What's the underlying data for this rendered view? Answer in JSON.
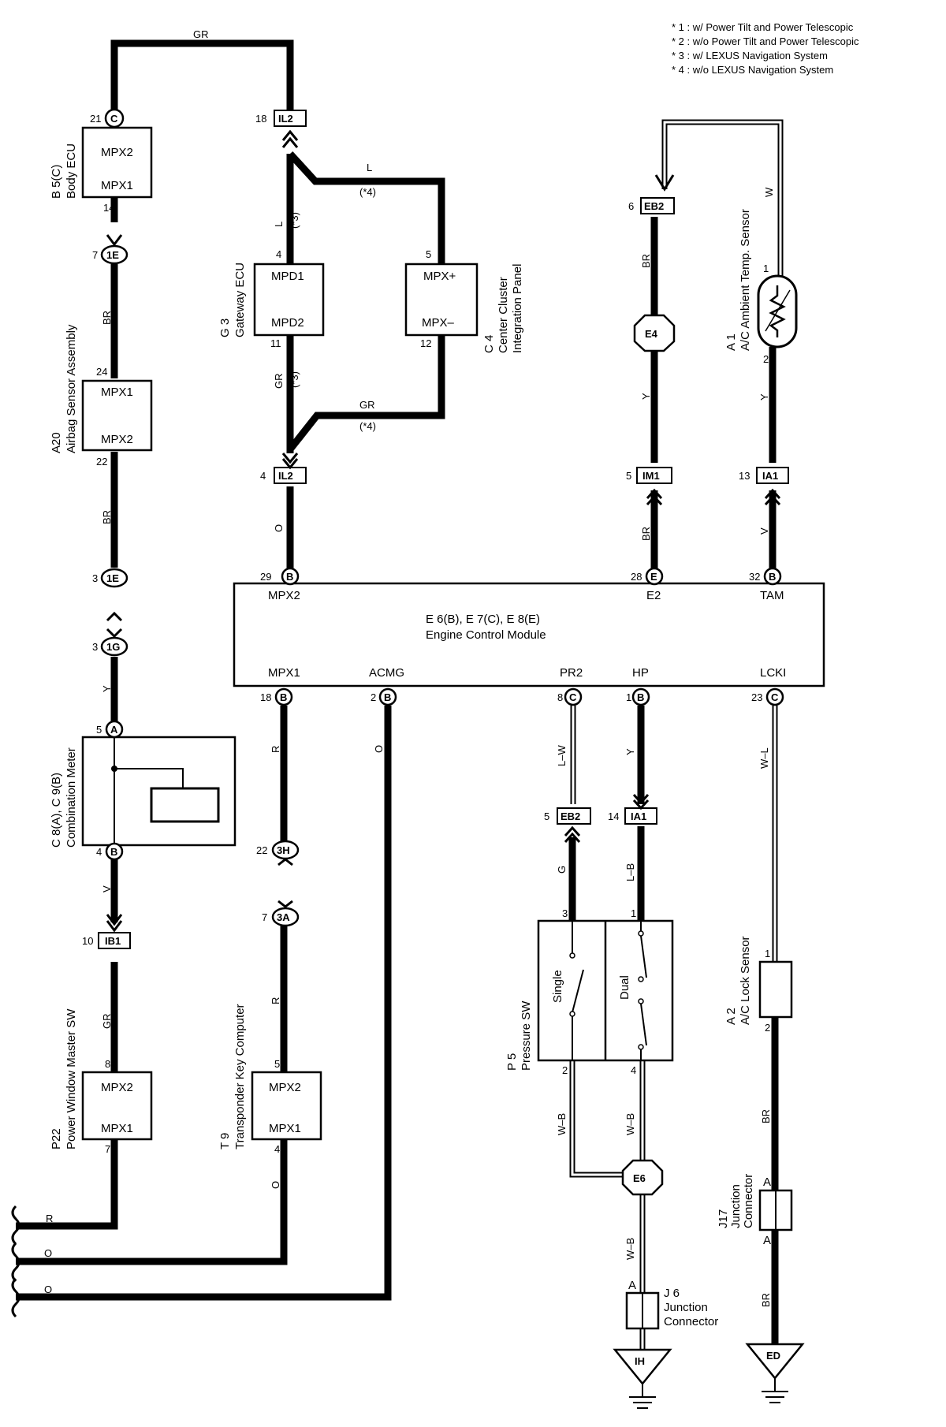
{
  "legend": [
    "* 1 : w/ Power Tilt and Power Telescopic",
    "* 2 : w/o Power Tilt and Power Telescopic",
    "* 3 : w/ LEXUS Navigation System",
    "* 4 : w/o LEXUS Navigation System"
  ],
  "components": {
    "body_ecu": {
      "code": "B 5(C)",
      "name": "Body ECU",
      "pin_top": "MPX2",
      "pin_bottom": "MPX1"
    },
    "airbag": {
      "code": "A20",
      "name": "Airbag Sensor Assembly",
      "pin_top": "MPX1",
      "pin_bottom": "MPX2"
    },
    "combination_meter": {
      "code": "C 8(A), C 9(B)",
      "name": "Combination Meter"
    },
    "power_window": {
      "code": "P22",
      "name": "Power Window Master SW",
      "pin_top": "MPX2",
      "pin_bottom": "MPX1"
    },
    "gateway_ecu": {
      "code": "G 3",
      "name": "Gateway ECU",
      "pin_top": "MPD1",
      "pin_bottom": "MPD2"
    },
    "center_cluster": {
      "code": "C 4",
      "name1": "Center Cluster",
      "name2": "Integration Panel",
      "pin_top": "MPX+",
      "pin_bottom": "MPX–"
    },
    "transponder": {
      "code": "T 9",
      "name": "Transponder Key Computer",
      "pin_top": "MPX2",
      "pin_bottom": "MPX1"
    },
    "ecm": {
      "code": "E 6(B), E 7(C), E 8(E)",
      "name": "Engine Control Module",
      "pins_top": [
        "MPX2",
        "E2",
        "TAM"
      ],
      "pins_bottom": [
        "MPX1",
        "ACMG",
        "PR2",
        "HP",
        "LCKI"
      ]
    },
    "ambient_sensor": {
      "code": "A 1",
      "name": "A/C Ambient Temp. Sensor"
    },
    "pressure_sw": {
      "code": "P 5",
      "name": "Pressure SW",
      "single": "Single",
      "dual": "Dual"
    },
    "lock_sensor": {
      "code": "A 2",
      "name": "A/C Lock Sensor"
    },
    "j17": {
      "code": "J17",
      "name1": "Junction",
      "name2": "Connector",
      "pin": "A"
    },
    "j6": {
      "code": "J 6",
      "name1": "Junction",
      "name2": "Connector",
      "pin": "A"
    }
  },
  "connectors": {
    "il2_top": "IL2",
    "il2_bot": "IL2",
    "eb2_top": "EB2",
    "eb2_bot": "EB2",
    "im1": "IM1",
    "ia1_top": "IA1",
    "ia1_bot": "IA1",
    "ib1": "IB1",
    "e4": "E4",
    "e6": "E6",
    "ih": "IH",
    "ed": "ED"
  },
  "circles": {
    "c21": "C",
    "c1e_a": "1E",
    "c1e_b": "1E",
    "c1g": "1G",
    "ca": "A",
    "cb": "B",
    "c3h": "3H",
    "c3a": "3A",
    "ecm29": "B",
    "ecm28": "E",
    "ecm32": "B",
    "ecm18": "B",
    "ecm2": "B",
    "ecm8": "C",
    "ecm1": "B",
    "ecm23": "C"
  },
  "pins": {
    "p21": "21",
    "p14": "14",
    "p7a": "7",
    "p24": "24",
    "p22": "22",
    "p3a": "3",
    "p3b": "3",
    "p5": "5",
    "p4": "4",
    "p10": "10",
    "p8": "8",
    "p7b": "7",
    "p18": "18",
    "pg4": "4",
    "pg11": "11",
    "pc5": "5",
    "pc12": "12",
    "pil4": "4",
    "pe29": "29",
    "pe18": "18",
    "pe2": "2",
    "p22b": "22",
    "p7c": "7",
    "pt5": "5",
    "pt4": "4",
    "p6": "6",
    "pa1": "1",
    "pa2": "2",
    "pim5": "5",
    "pia13": "13",
    "pe28": "28",
    "pe32": "32",
    "pe8": "8",
    "pe1": "1",
    "pe23": "23",
    "peb5": "5",
    "pia14": "14",
    "pp3": "3",
    "pp1": "1",
    "pp2": "2",
    "pp4": "4",
    "pl1": "1",
    "pl2": "2"
  },
  "wires": {
    "gr_top": "GR",
    "br1": "BR",
    "br2": "BR",
    "y1": "Y",
    "v1": "V",
    "gr_pw": "GR",
    "l": "L",
    "l_star4": "(*4)",
    "l_star3": "(*3)",
    "gr_g": "GR",
    "gr_star3": "(*3)",
    "gr_mid": "GR",
    "gr_star4": "(*4)",
    "o1": "O",
    "r1": "R",
    "r2": "R",
    "o2": "O",
    "o3": "O",
    "r_bot": "R",
    "o_bot1": "O",
    "o_bot2": "O",
    "br_e4": "BR",
    "y_e4": "Y",
    "br_ecm": "BR",
    "w": "W",
    "y_amb": "Y",
    "v_amb": "V",
    "lw": "L–W",
    "g": "G",
    "y_hp": "Y",
    "lb": "L–B",
    "wb1": "W–B",
    "wb2": "W–B",
    "wb3": "W–B",
    "wl": "W–L",
    "br_l1": "BR",
    "br_l2": "BR"
  }
}
